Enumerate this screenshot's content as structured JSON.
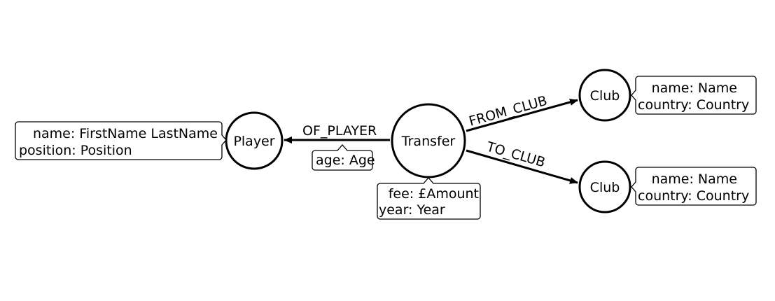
{
  "nodes": {
    "player": {
      "label": "Player",
      "props": [
        "name: FirstName LastName",
        "position: Position"
      ]
    },
    "transfer": {
      "label": "Transfer",
      "props": [
        "fee: £Amount",
        "year: Year"
      ]
    },
    "club_from": {
      "label": "Club",
      "props": [
        "name: Name",
        "country: Country"
      ]
    },
    "club_to": {
      "label": "Club",
      "props": [
        "name: Name",
        "country: Country"
      ]
    }
  },
  "edges": {
    "of_player": {
      "label": "OF_PLAYER",
      "props": [
        "age: Age"
      ]
    },
    "from_club": {
      "label": "FROM_CLUB"
    },
    "to_club": {
      "label": "TO_CLUB"
    }
  }
}
